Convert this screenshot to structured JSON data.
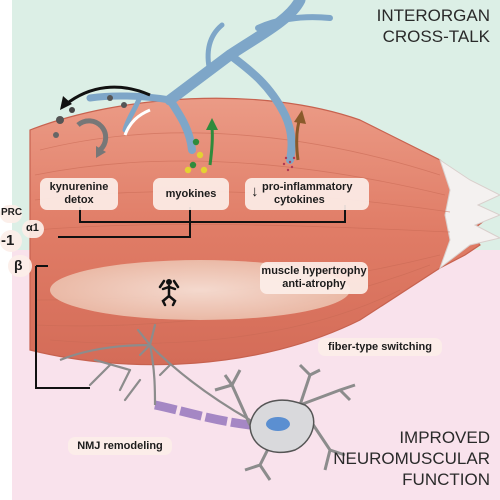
{
  "headings": {
    "top": [
      "INTERORGAN",
      "CROSS-TALK"
    ],
    "bottom": [
      "IMPROVED",
      "NEUROMUSCULAR",
      "FUNCTION"
    ]
  },
  "labels": {
    "kynurenine": [
      "kynurenine",
      "detox"
    ],
    "myokines": "myokines",
    "cytokines": [
      "pro-inflammatory",
      "cytokines"
    ],
    "hypertrophy": [
      "muscle hypertrophy",
      "anti-atrophy"
    ],
    "fiber_switching": "fiber-type switching",
    "nmj": "NMJ remodeling"
  },
  "pgc_fragments": {
    "prc": "PRC",
    "alpha1": "α1",
    "minus1": "-1",
    "beta": "β"
  },
  "colors": {
    "top_bg": "#dcefe6",
    "bottom_bg": "#f9e2ec",
    "muscle": "#e07c66",
    "vessel": "#7ea6c8",
    "axon_myelin": "#a587c4",
    "neuron_nucleus": "#5b8fd1"
  },
  "icons": [
    "arrow-down-icon",
    "flexing-figure-icon"
  ]
}
